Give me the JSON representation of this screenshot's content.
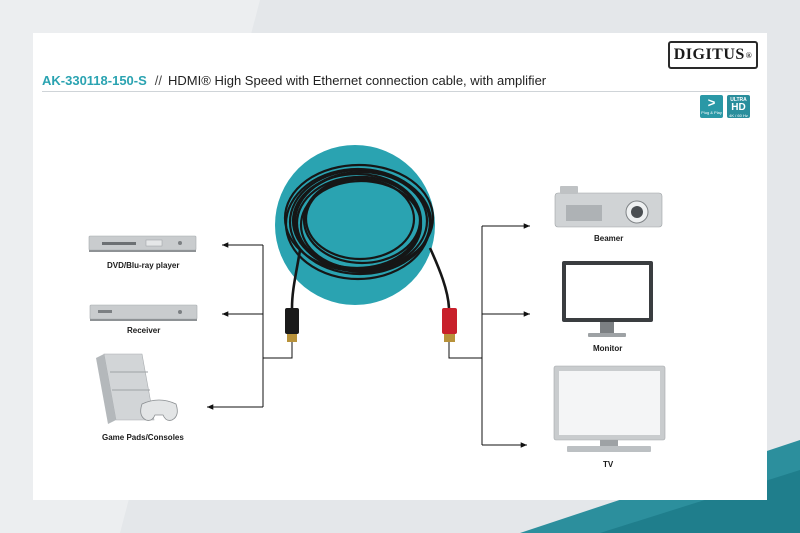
{
  "header": {
    "brand": "DIGITUS",
    "brand_mark": "®",
    "sku": "AK-330118-150-S",
    "separator": "//",
    "description": "HDMI® High Speed with Ethernet connection cable, with amplifier"
  },
  "badges": {
    "plug_play": {
      "symbol": ">",
      "caption": "Plug & Play"
    },
    "ultra_hd": {
      "top": "ULTRA",
      "main": "HD",
      "caption": "4K / 60 Hz"
    }
  },
  "sources": [
    {
      "label": "DVD/Blu-ray player",
      "icon": "dvd-player-icon"
    },
    {
      "label": "Receiver",
      "icon": "receiver-icon"
    },
    {
      "label": "Game Pads/Consoles",
      "icon": "game-console-icon"
    }
  ],
  "displays": [
    {
      "label": "Beamer",
      "icon": "projector-icon"
    },
    {
      "label": "Monitor",
      "icon": "monitor-icon"
    },
    {
      "label": "TV",
      "icon": "tv-icon"
    }
  ],
  "colors": {
    "accent": "#2aa3b1",
    "circle": "#2aa3b1",
    "plug_left": "#1a1a1a",
    "plug_right": "#c8202b"
  }
}
